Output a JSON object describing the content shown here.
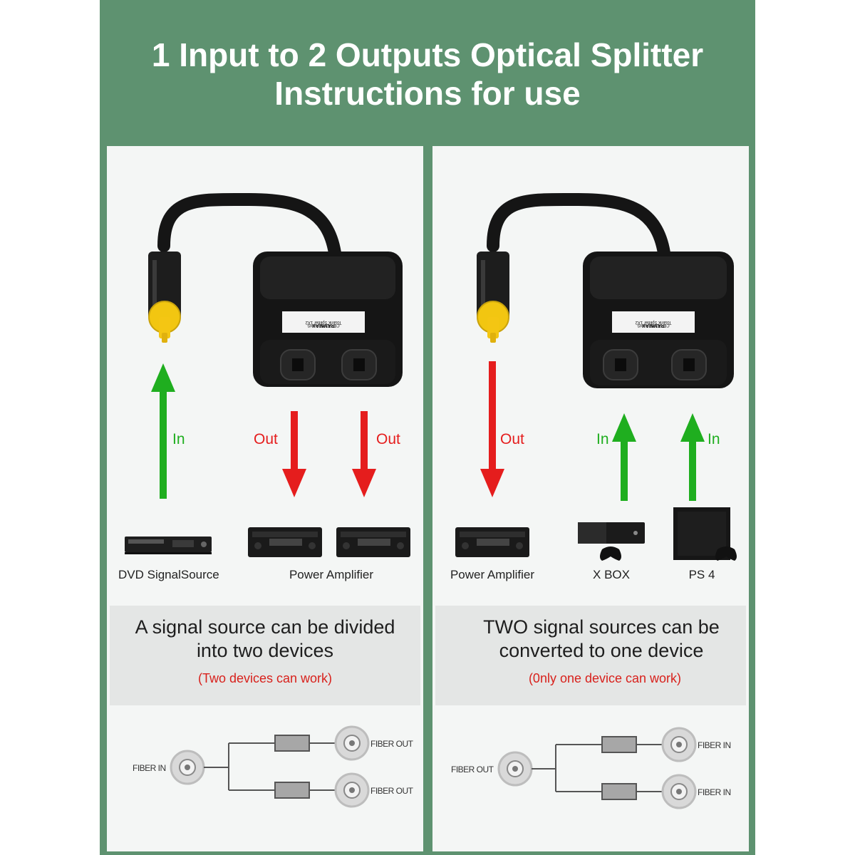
{
  "title": {
    "line1": "1 Input to 2 Outputs Optical Splitter",
    "line2": "Instructions for use"
  },
  "colors": {
    "background_green": "#5e9270",
    "arrow_in": "#1fae1f",
    "arrow_out": "#e51d1d",
    "connector_tip": "#f4c613",
    "subtext_red": "#d8211c"
  },
  "left_panel": {
    "arrow_labels": {
      "in": "In",
      "out1": "Out",
      "out2": "Out"
    },
    "splitter_label": [
      "RAMMAX",
      "Toslink Splitter 1X2",
      "CE FC PS RoHS"
    ],
    "devices": {
      "source": "DVD SignalSource",
      "amplifier": "Power Amplifier"
    },
    "description": {
      "line1": "A signal source can be divided",
      "line2": "into two devices",
      "note": "(Two devices can work)"
    },
    "diagram": {
      "input": "FIBER IN",
      "output1": "FIBER OUT",
      "output2": "FIBER OUT"
    }
  },
  "right_panel": {
    "arrow_labels": {
      "out": "Out",
      "in1": "In",
      "in2": "In"
    },
    "splitter_label": [
      "RAMMAX",
      "Toslink Splitter 1X2",
      "CE FC PS RoHS"
    ],
    "devices": {
      "amplifier": "Power Amplifier",
      "console1": "X BOX",
      "console2": "PS 4"
    },
    "description": {
      "line1": "TWO signal sources can be",
      "line2": "converted to one device",
      "note": "(0nly one device can work)"
    },
    "diagram": {
      "output": "FIBER OUT",
      "input1": "FIBER IN",
      "input2": "FIBER IN"
    }
  }
}
